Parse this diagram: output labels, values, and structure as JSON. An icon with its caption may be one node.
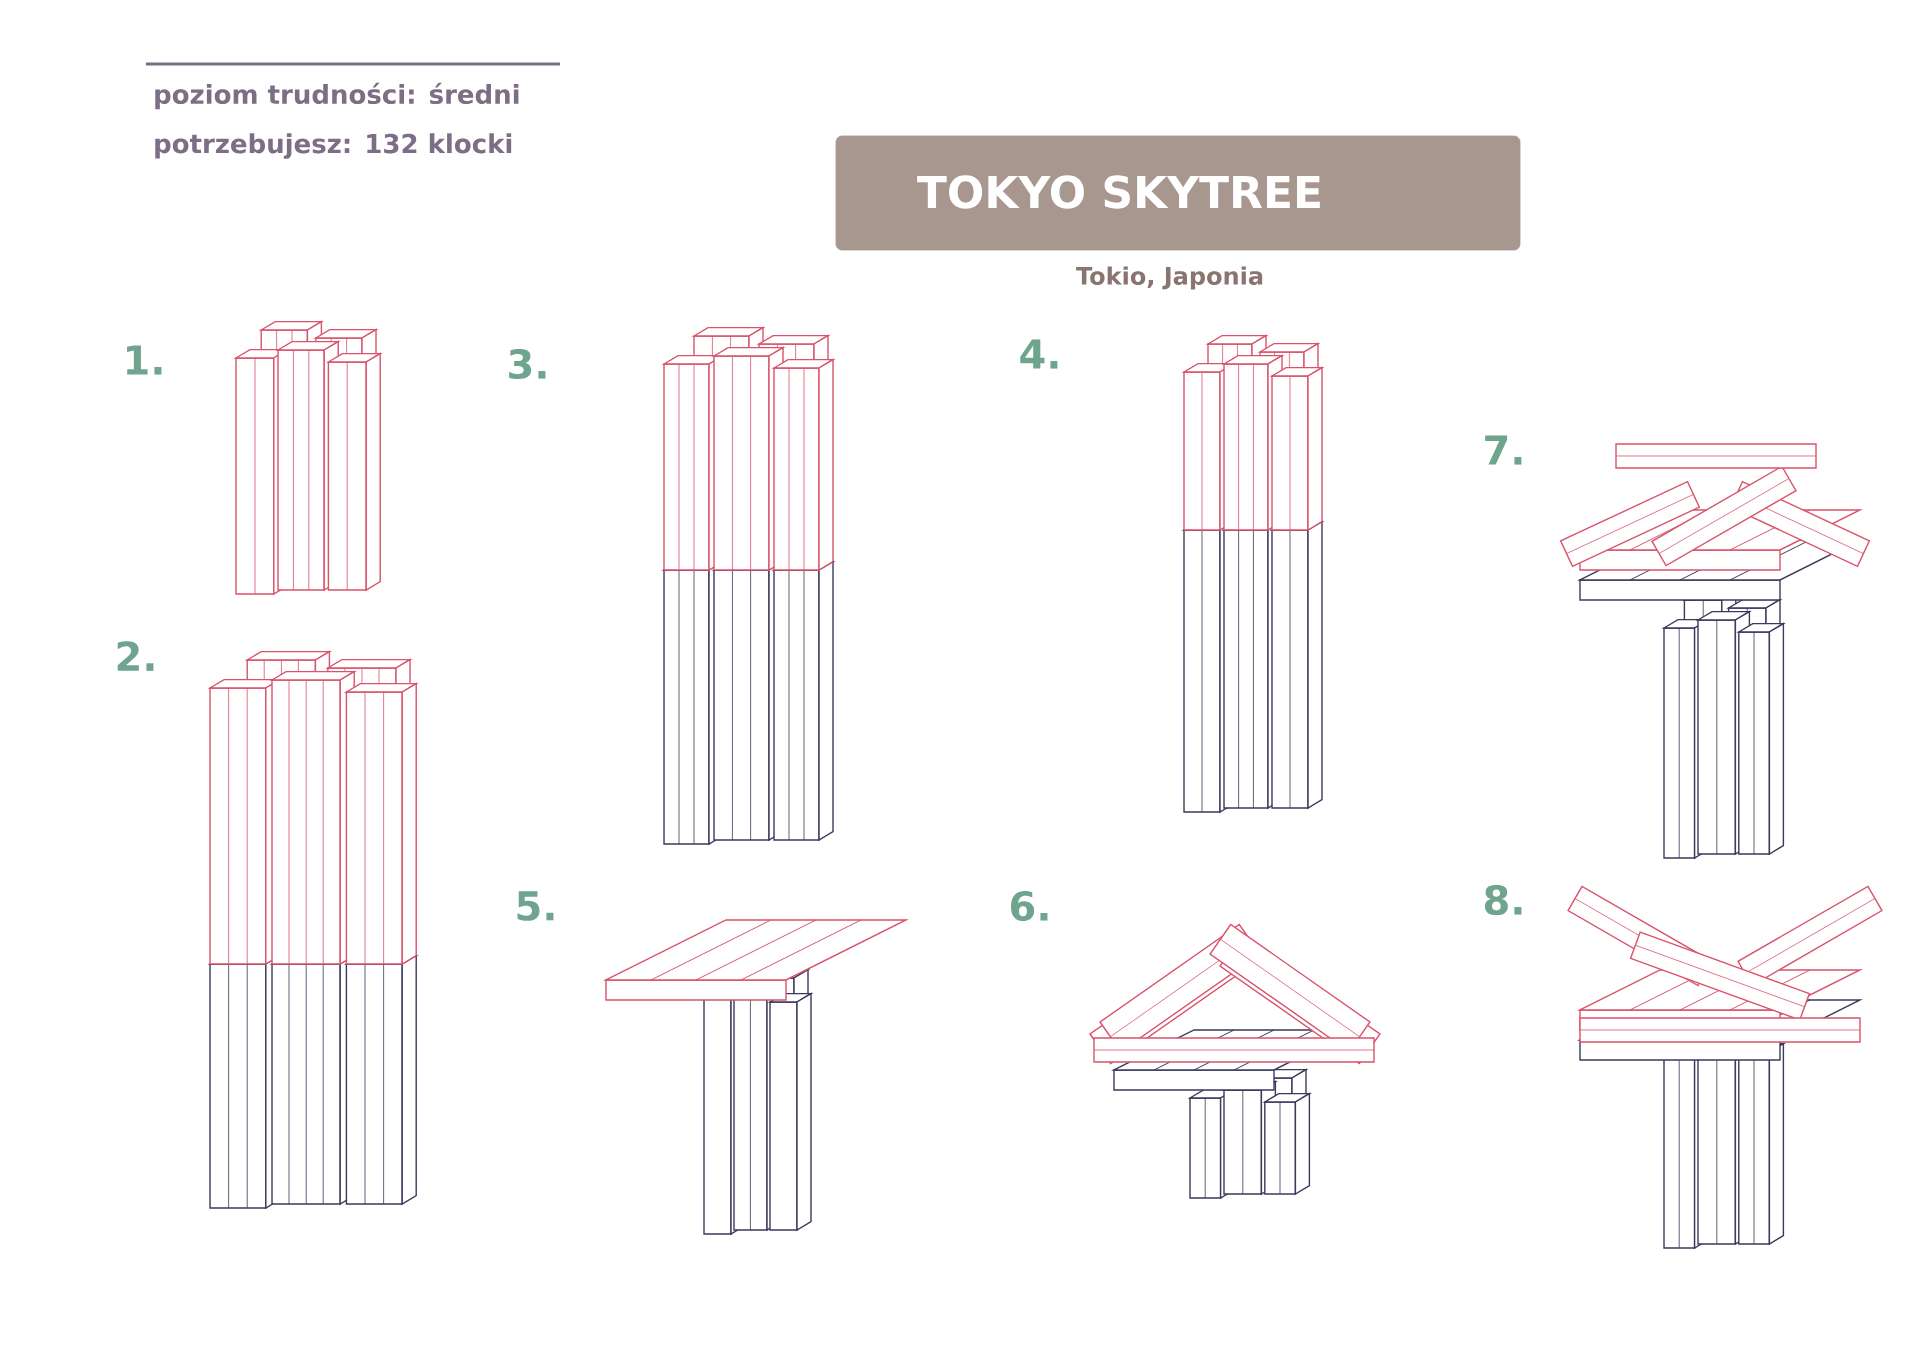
{
  "diagram": {
    "title": "TOKYO SKYTREE",
    "labels": [
      "poziom trudności: średni",
      "potrzebujesz: 132 klocki",
      "Tokio, Japonia",
      "1.",
      "2.",
      "3.",
      "4.",
      "5.",
      "6.",
      "7.",
      "8."
    ]
  }
}
